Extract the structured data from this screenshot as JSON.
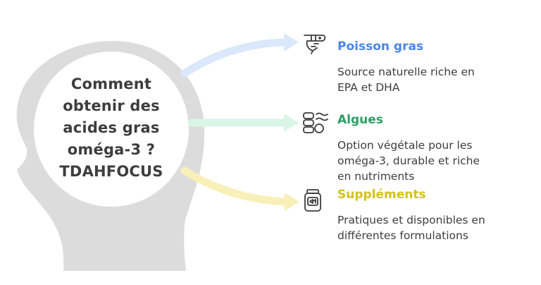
{
  "center": {
    "lines": [
      "Comment",
      "obtenir des",
      "acides gras",
      "oméga-3 ?",
      "TDAHFOCUS"
    ]
  },
  "items": [
    {
      "title": "Poisson gras",
      "title_color": "#4a86e8",
      "arrow_color": "#dbe7fb",
      "icon": "fish-icon",
      "desc_lines": [
        "Source naturelle riche en",
        "EPA et DHA"
      ]
    },
    {
      "title": "Algues",
      "title_color": "#2e9e63",
      "arrow_color": "#d9f5e6",
      "icon": "algae-icon",
      "desc_lines": [
        "Option végétale pour les",
        "oméga-3, durable et riche",
        "en nutriments"
      ]
    },
    {
      "title": "Suppléments",
      "title_color": "#d4c21a",
      "arrow_color": "#f8f0b8",
      "icon": "supplement-jar-icon",
      "desc_lines": [
        "Pratiques et disponibles en",
        "différentes formulations"
      ]
    }
  ]
}
